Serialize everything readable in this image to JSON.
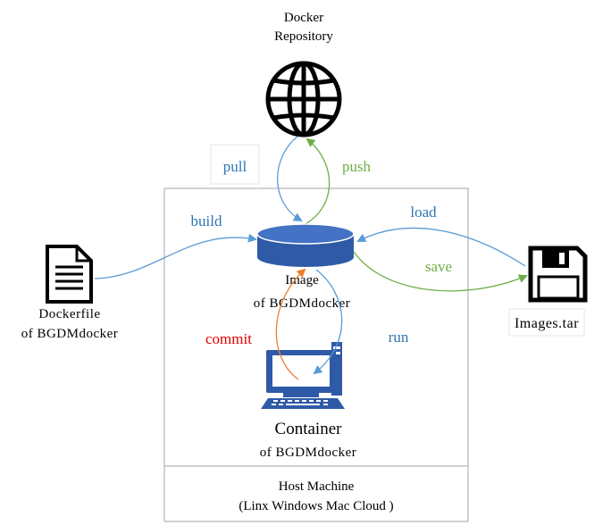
{
  "repository": {
    "line1": "Docker",
    "line2": "Repository",
    "icon": "globe-icon"
  },
  "image_node": {
    "line1": "Image",
    "line2": "of BGDMdocker",
    "icon": "database-icon"
  },
  "dockerfile": {
    "line1": "Dockerfile",
    "line2": "of BGDMdocker",
    "icon": "document-icon"
  },
  "archive": {
    "label": "Images.tar",
    "icon": "floppy-disk-icon"
  },
  "container": {
    "title": "Container",
    "subtitle": "of BGDMdocker",
    "icon": "computer-icon"
  },
  "host": {
    "line1": "Host Machine",
    "line2": "(Linx Windows Mac Cloud )"
  },
  "edges": {
    "pull": "pull",
    "push": "push",
    "build": "build",
    "load": "load",
    "save": "save",
    "commit": "commit",
    "run": "run"
  },
  "colors": {
    "blue_label": "#2e75b6",
    "green_label": "#70ad47",
    "red_label": "#e00000",
    "orange_arrow": "#ed7d31",
    "blue_arrow": "#5b9bd5",
    "icon_blue": "#2f5aa8"
  }
}
